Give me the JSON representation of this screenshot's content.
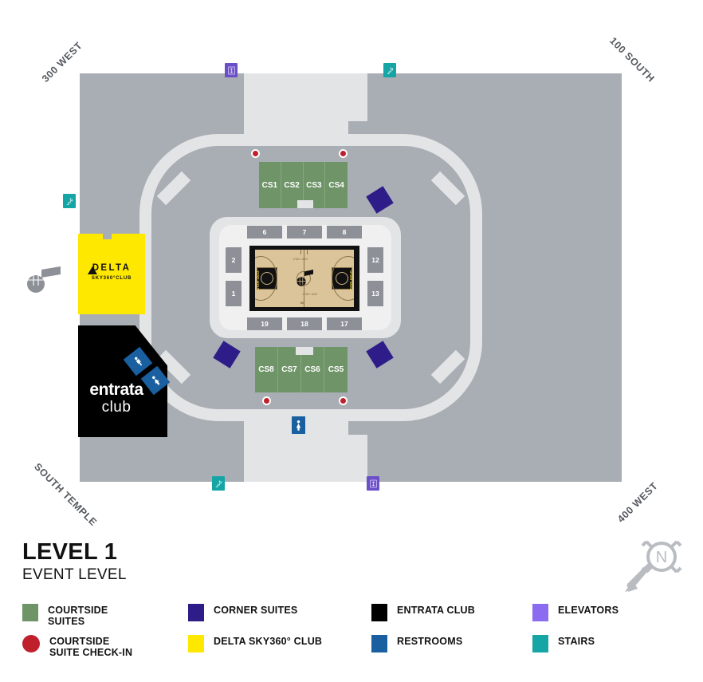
{
  "title": {
    "level": "LEVEL 1",
    "subtitle": "EVENT LEVEL"
  },
  "streets": {
    "top_left": "300 WEST",
    "top_right": "100 SOUTH",
    "bottom_left": "SOUTH TEMPLE",
    "bottom_right": "400 WEST"
  },
  "venues": {
    "delta_club_name": "DELTA",
    "delta_club_sub": "SKY360°CLUB",
    "entrata_main": "entrata",
    "entrata_sub": "club"
  },
  "court": {
    "center_line_label": "50",
    "wordmark_top": "UTAH JAZZ",
    "wordmark_bottom": "UTAH JAZZ",
    "sideline_left": "UTAH JAZZ",
    "sideline_right": "UTAH JAZZ"
  },
  "courtside_suites": {
    "top": [
      "CS1",
      "CS2",
      "CS3",
      "CS4"
    ],
    "bottom": [
      "CS8",
      "CS7",
      "CS6",
      "CS5"
    ]
  },
  "sections": {
    "top": [
      "6",
      "7",
      "8"
    ],
    "bottom": [
      "19",
      "18",
      "17"
    ],
    "left": [
      "2",
      "1"
    ],
    "right": [
      "12",
      "13"
    ]
  },
  "compass": {
    "north_label": "N"
  },
  "legend": [
    {
      "id": "courtside-suites",
      "label": "COURTSIDE\nSUITES",
      "color": "#6f9468",
      "shape": "square"
    },
    {
      "id": "courtside-checkin",
      "label": "COURTSIDE\nSUITE CHECK-IN",
      "color": "#c0202c",
      "shape": "circle"
    },
    {
      "id": "corner-suites",
      "label": "CORNER SUITES",
      "color": "#2e1d88",
      "shape": "square"
    },
    {
      "id": "delta-club",
      "label": "DELTA SKY360° CLUB",
      "color": "#ffe800",
      "shape": "square"
    },
    {
      "id": "entrata-club",
      "label": "ENTRATA CLUB",
      "color": "#000000",
      "shape": "square"
    },
    {
      "id": "restrooms",
      "label": "RESTROOMS",
      "color": "#1a5fa0",
      "shape": "square"
    },
    {
      "id": "elevators",
      "label": "ELEVATORS",
      "color": "#8b6cf0",
      "shape": "square"
    },
    {
      "id": "stairs",
      "label": "STAIRS",
      "color": "#16a5a5",
      "shape": "square"
    }
  ],
  "colors": {
    "plaza": "#a9adb4",
    "walkway": "#e3e4e6",
    "section_block": "#8d9197",
    "court_floor": "#dbc39a",
    "court_border": "#111111",
    "suite_green": "#6f9468",
    "delta_yellow": "#ffe800",
    "checkin_red": "#c0202c",
    "corner_violet": "#2e1d88"
  }
}
